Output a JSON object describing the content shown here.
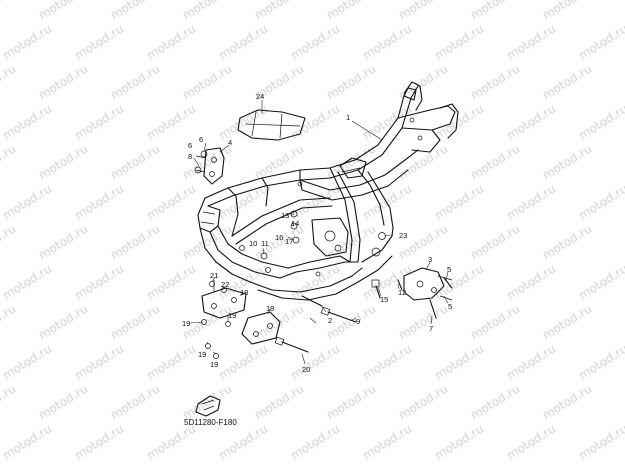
{
  "watermark": "motod.ru",
  "diagram_code": "5D11280-F180",
  "parts": {
    "p1": "1",
    "p2": "2",
    "p3": "3",
    "p4": "4",
    "p5a": "5",
    "p5b": "5",
    "p6": "6",
    "p6b": "6",
    "p7": "7",
    "p8": "8",
    "p9": "9",
    "p10": "10",
    "p11": "11",
    "p12": "12",
    "p13": "13",
    "p14": "14",
    "p15": "15",
    "p16": "16",
    "p17": "17",
    "p18a": "18",
    "p18b": "18",
    "p19a": "19",
    "p19b": "19",
    "p19c": "19",
    "p19d": "19",
    "p20": "20",
    "p21": "21",
    "p22": "22",
    "p23": "23",
    "p24": "24"
  }
}
